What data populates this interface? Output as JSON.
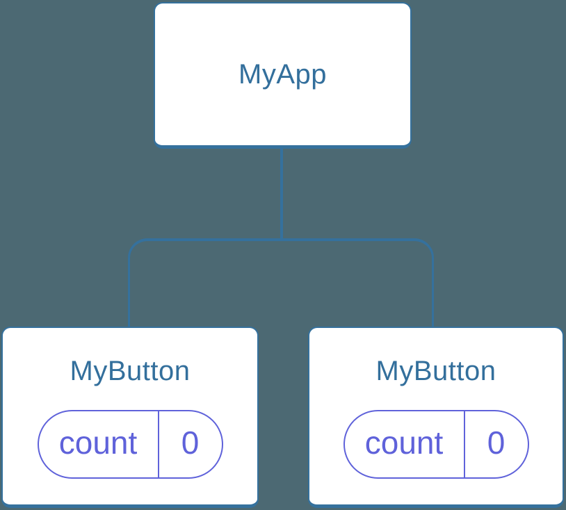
{
  "colors": {
    "background": "#4C6973",
    "stroke_blue": "#35719D",
    "node_title": "#336F9C",
    "accent_purple": "#5F62DA",
    "node_bg": "#FFFFFF"
  },
  "tree": {
    "root": {
      "label": "MyApp"
    },
    "children": [
      {
        "label": "MyButton",
        "state_pill": {
          "key": "count",
          "value": "0"
        }
      },
      {
        "label": "MyButton",
        "state_pill": {
          "key": "count",
          "value": "0"
        }
      }
    ]
  }
}
